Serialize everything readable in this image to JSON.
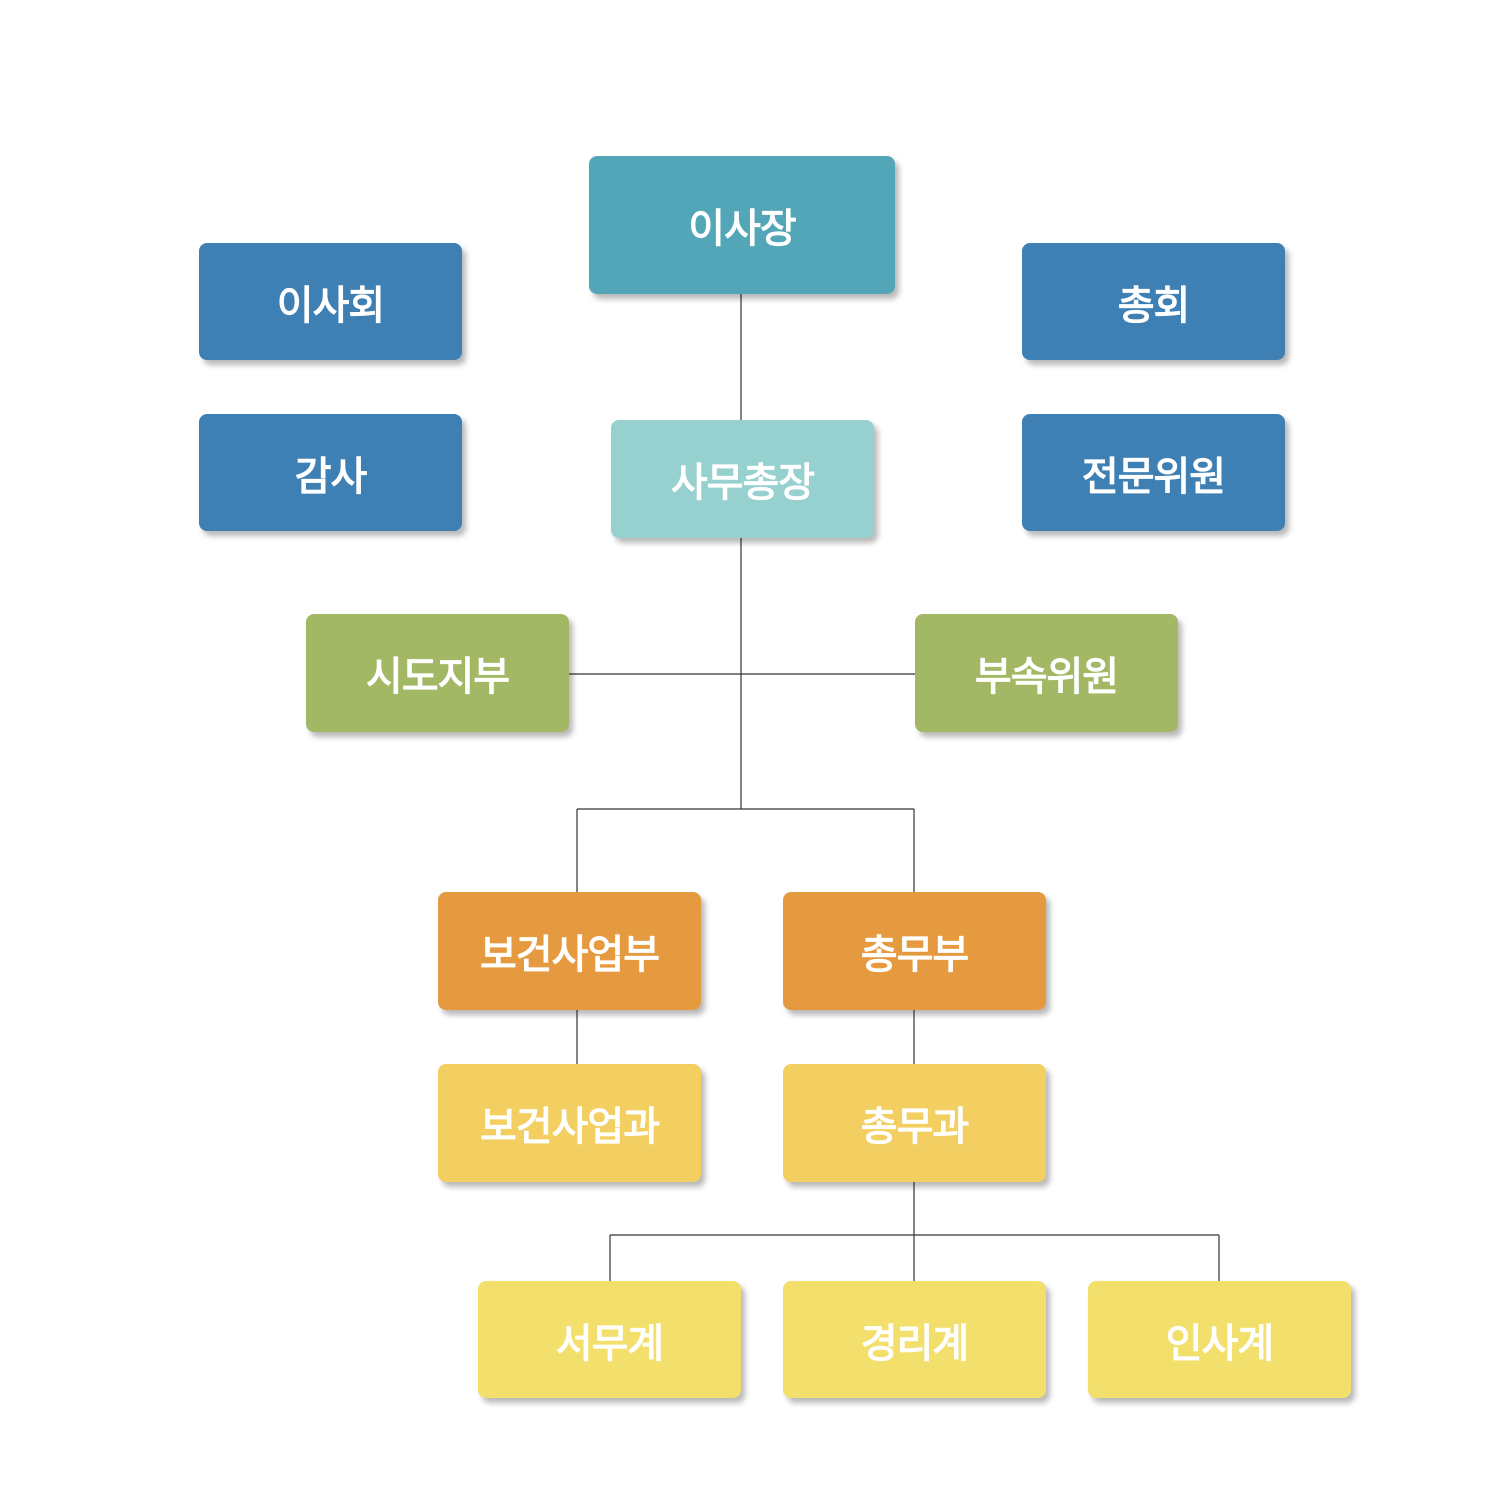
{
  "org_chart": {
    "chairman": {
      "label": "이사장",
      "color": "#52a6b8"
    },
    "board": {
      "label": "이사회",
      "color": "#3f80b4"
    },
    "auditor": {
      "label": "감사",
      "color": "#3f80b4"
    },
    "general_assembly": {
      "label": "총회",
      "color": "#3f80b4"
    },
    "expert_committee": {
      "label": "전문위원",
      "color": "#3f80b4"
    },
    "secretary_general": {
      "label": "사무총장",
      "color": "#96d0cf"
    },
    "regional_branches": {
      "label": "시도지부",
      "color": "#a3b865"
    },
    "affiliated_committee": {
      "label": "부속위원",
      "color": "#a3b865"
    },
    "health_business_dept": {
      "label": "보건사업부",
      "color": "#e69a40"
    },
    "general_affairs_dept": {
      "label": "총무부",
      "color": "#e69a40"
    },
    "health_business_section": {
      "label": "보건사업과",
      "color": "#f3cf61"
    },
    "general_affairs_section": {
      "label": "총무과",
      "color": "#f3cf61"
    },
    "clerical_unit": {
      "label": "서무계",
      "color": "#f3e06c"
    },
    "accounting_unit": {
      "label": "경리계",
      "color": "#f3e06c"
    },
    "personnel_unit": {
      "label": "인사계",
      "color": "#f3e06c"
    },
    "connector_color": "#333333"
  }
}
